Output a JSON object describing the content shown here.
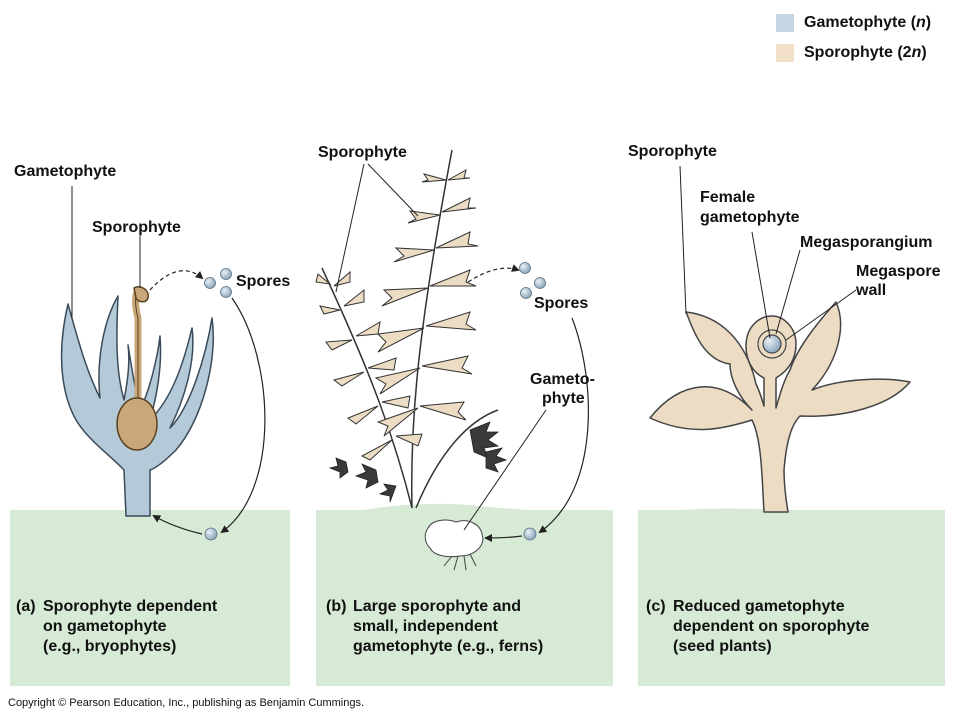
{
  "legend": {
    "items": [
      {
        "text_pre": "Gametophyte (",
        "italic": "n",
        "text_post": ")",
        "color": "#c4d6e3"
      },
      {
        "text_pre": "Sporophyte (2",
        "italic": "n",
        "text_post": ")",
        "color": "#f2e0c8"
      }
    ]
  },
  "colors": {
    "gametophyte": "#b5cad8",
    "sporophyte": "#ecdcc4",
    "sporophyte_bryophyte": "#c9a77a",
    "ground": "#d6ead5",
    "spore": "#a8c0d4"
  },
  "panels": {
    "a": {
      "tag": "(a)",
      "caption_lines": [
        "Sporophyte dependent",
        "on gametophyte",
        "(e.g., bryophytes)"
      ],
      "labels": {
        "gametophyte": "Gametophyte",
        "sporophyte": "Sporophyte",
        "spores": "Spores"
      }
    },
    "b": {
      "tag": "(b)",
      "caption_lines": [
        "Large sporophyte and",
        "small, independent",
        "gametophyte (e.g., ferns)"
      ],
      "labels": {
        "sporophyte": "Sporophyte",
        "spores": "Spores",
        "gametophyte_1": "Gameto-",
        "gametophyte_2": "phyte"
      }
    },
    "c": {
      "tag": "(c)",
      "caption_lines": [
        "Reduced gametophyte",
        "dependent on sporophyte",
        "(seed plants)"
      ],
      "labels": {
        "sporophyte": "Sporophyte",
        "female_1": "Female",
        "female_2": "gametophyte",
        "megasporangium": "Megasporangium",
        "megaspore_1": "Megaspore",
        "megaspore_2": "wall"
      }
    }
  },
  "copyright": "Copyright © Pearson Education, Inc., publishing as Benjamin Cummings."
}
